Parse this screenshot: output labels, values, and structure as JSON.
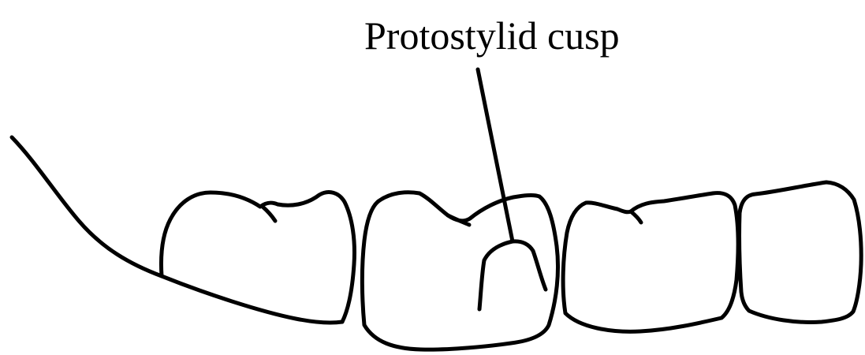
{
  "label": {
    "text": "Protostylid cusp"
  },
  "colors": {
    "line": "#000000",
    "background": "#ffffff"
  },
  "elements": [
    "gum-line",
    "tooth-1",
    "tooth-2",
    "tooth-3",
    "tooth-4",
    "protostylid-cusp",
    "leader-line"
  ]
}
